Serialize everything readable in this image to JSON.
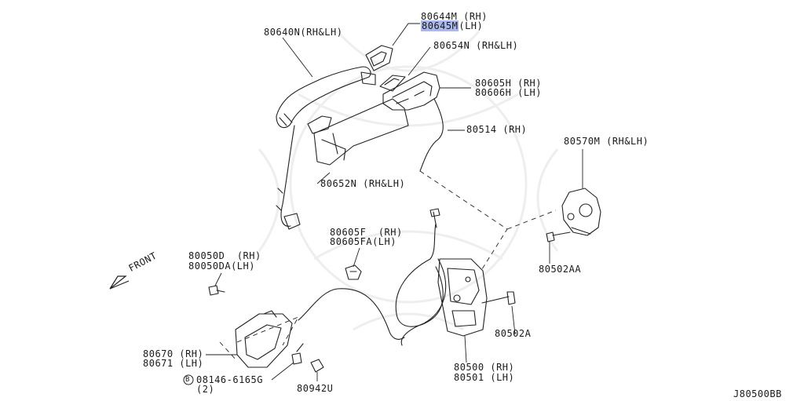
{
  "diagram_id": "J80500BB",
  "highlight_color": "#a9b8ee",
  "direction_label": "FRONT",
  "parts": [
    {
      "key": "p80644M",
      "number": "80644M",
      "suffix": "(RH)"
    },
    {
      "key": "p80645M",
      "number": "80645M",
      "suffix": "(LH)",
      "highlighted": true
    },
    {
      "key": "p80640N",
      "number": "80640N",
      "suffix": "(RH&LH)"
    },
    {
      "key": "p80654N",
      "number": "80654N",
      "suffix": "(RH&LH)"
    },
    {
      "key": "p80605H",
      "number": "80605H",
      "suffix": "(RH)"
    },
    {
      "key": "p80606H",
      "number": "80606H",
      "suffix": "(LH)"
    },
    {
      "key": "p80514",
      "number": "80514",
      "suffix": "(RH)"
    },
    {
      "key": "p80570M",
      "number": "80570M",
      "suffix": "(RH&LH)"
    },
    {
      "key": "p80652N",
      "number": "80652N",
      "suffix": "(RH&LH)"
    },
    {
      "key": "p80605F",
      "number": "80605F",
      "suffix": "(RH)"
    },
    {
      "key": "p80605FA",
      "number": "80605FA",
      "suffix": "(LH)"
    },
    {
      "key": "p80050D",
      "number": "80050D",
      "suffix": "(RH)"
    },
    {
      "key": "p80050DA",
      "number": "80050DA",
      "suffix": "(LH)"
    },
    {
      "key": "p80502AA",
      "number": "80502AA",
      "suffix": ""
    },
    {
      "key": "p80502A",
      "number": "80502A",
      "suffix": ""
    },
    {
      "key": "p80670",
      "number": "80670",
      "suffix": "(RH)"
    },
    {
      "key": "p80671",
      "number": "80671",
      "suffix": "(LH)"
    },
    {
      "key": "p80500",
      "number": "80500",
      "suffix": "(RH)"
    },
    {
      "key": "p80501",
      "number": "80501",
      "suffix": "(LH)"
    },
    {
      "key": "p08146",
      "number": "08146-6165G",
      "circled_prefix": "B",
      "qty": "(2)"
    },
    {
      "key": "p80942U",
      "number": "80942U",
      "suffix": ""
    }
  ]
}
